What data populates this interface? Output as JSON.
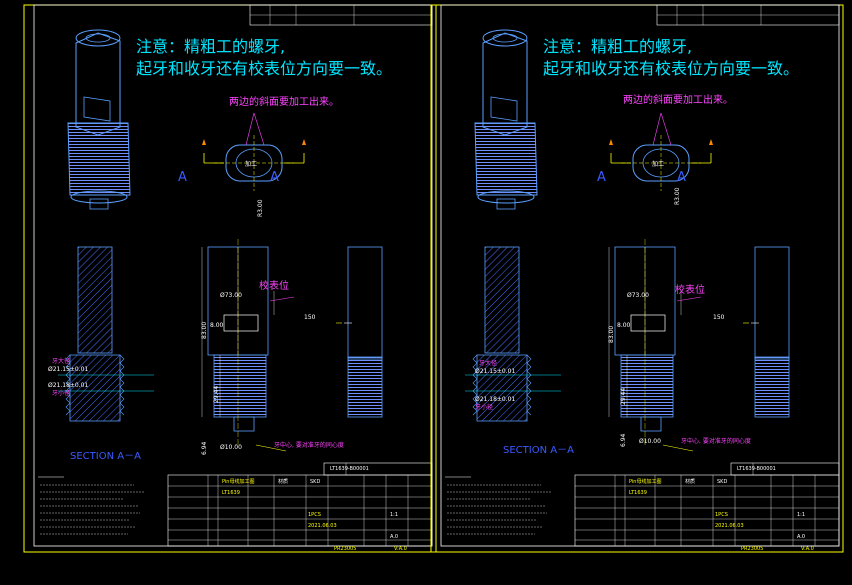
{
  "sheets": [
    {
      "id": "left",
      "note_line1": "注意：精粗工的螺牙,",
      "note_line2": "起牙和收牙还有校表位方向要一致。",
      "section_note": "两边的斜面要加工出来。",
      "center_label": "加工",
      "section_label": "SECTION  A－A",
      "marker_a": "A",
      "dial_pos_label": "校表位",
      "thread_center_label": "牙中心,  要对准牙的同心度",
      "upper_thread_label": "牙大径",
      "lower_thread_label": "牙小径",
      "upper_thread_dim": "Ø21.15±0.01",
      "lower_thread_dim": "Ø21.18±0.01",
      "dim_r3": "R3.00",
      "dim_width": "Ø73.00",
      "dim_height": "83.00",
      "dim_side": "150",
      "dim_8": "8.00",
      "dim_pitch": "Ø10.00",
      "dim_bottom": "6.94",
      "dim_thread_len": "29.44",
      "drawing_no": "LT1639-B00001",
      "title_name": "Pin母线加工图",
      "material_label": "材质",
      "material_value": "SKD",
      "part_no": "LT1639",
      "qty": "1PCS",
      "scale": "1:1",
      "date": "2021.06.03",
      "revision": "A.0",
      "footer_code": "PR23005",
      "footer_rev": "V:A.0"
    },
    {
      "id": "right",
      "note_line1": "注意：精粗工的螺牙,",
      "note_line2": "起牙和收牙还有校表位方向要一致。",
      "section_note": "两边的斜面要加工出来。",
      "center_label": "加工",
      "section_label": "SECTION  A－A",
      "marker_a": "A",
      "dial_pos_label": "校表位",
      "thread_center_label": "牙中心,  要对准牙的同心度",
      "upper_thread_label": "牙大径",
      "lower_thread_label": "牙小径",
      "upper_thread_dim": "Ø21.15±0.01",
      "lower_thread_dim": "Ø21.18±0.01",
      "dim_r3": "R3.00",
      "dim_width": "Ø73.00",
      "dim_height": "83.00",
      "dim_side": "150",
      "dim_8": "8.00",
      "dim_pitch": "Ø10.00",
      "dim_bottom": "6.94",
      "dim_thread_len": "29.44",
      "drawing_no": "LT1639-B00001",
      "title_name": "Pin母线加工图",
      "material_label": "材质",
      "material_value": "SKD",
      "part_no": "LT1639",
      "qty": "1PCS",
      "scale": "1:1",
      "date": "2021.06.03",
      "revision": "A.0",
      "footer_code": "PR23005",
      "footer_rev": "V:A.0"
    }
  ],
  "colors": {
    "background": "#000000",
    "frame": "#ffffff",
    "border": "#ffff00",
    "note": "#00e5ff",
    "annotation": "#ff44ff",
    "part": "#5aa0ff",
    "hatch": "#4a70ff",
    "dimension": "#ffffff",
    "centerline": "#ffff00"
  }
}
